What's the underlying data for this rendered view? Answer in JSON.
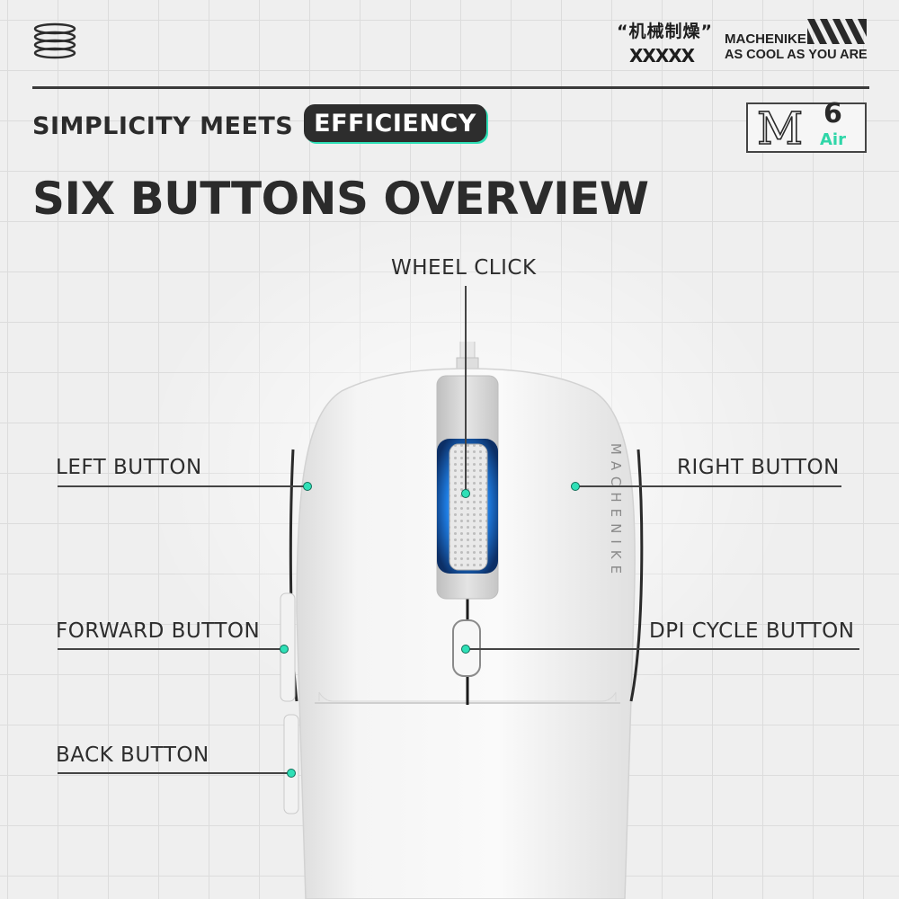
{
  "brand": {
    "chinese_title": "“机械制燥”",
    "x_marks": "XXXXX",
    "name": "MACHENIKE",
    "slogan": "AS COOL AS YOU ARE"
  },
  "tagline": {
    "prefix": "SIMPLICITY MEETS",
    "highlight": "EFFICIENCY"
  },
  "model_badge": {
    "letter": "M",
    "number": "6",
    "suffix": "Air"
  },
  "headline": "SIX BUTTONS OVERVIEW",
  "mouse_text": "MACHENIKE",
  "callouts": {
    "wheel": "WHEEL CLICK",
    "left": "LEFT BUTTON",
    "right": "RIGHT BUTTON",
    "forward": "FORWARD BUTTON",
    "dpi": "DPI CYCLE BUTTON",
    "back": "BACK BUTTON"
  },
  "colors": {
    "accent": "#2fe0b7",
    "wheel_glow": "#1f7fe6",
    "text_dark": "#2d2d2d"
  },
  "icons": {
    "logo": "stacked-rings-icon",
    "brand_mark": "diagonal-stripes-icon"
  }
}
